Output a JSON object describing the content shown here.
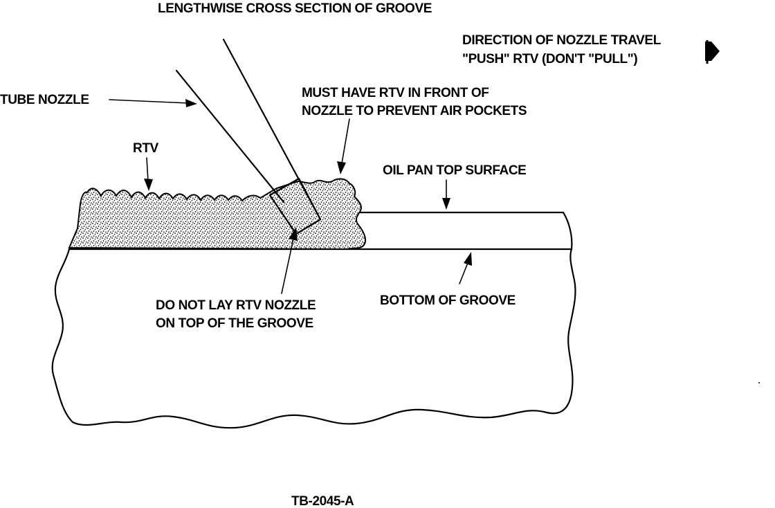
{
  "diagram": {
    "title": "LENGTHWISE CROSS SECTION OF GROOVE",
    "direction": {
      "line1": "DIRECTION OF NOZZLE TRAVEL",
      "line2": "\"PUSH\" RTV (DON'T \"PULL\")"
    },
    "labels": {
      "tube_nozzle": "TUBE NOZZLE",
      "rtv": "RTV",
      "must_have_line1": "MUST HAVE RTV IN FRONT OF",
      "must_have_line2": "NOZZLE TO PREVENT AIR POCKETS",
      "oil_pan_top": "OIL PAN TOP SURFACE",
      "bottom_groove": "BOTTOM OF GROOVE",
      "do_not_line1": "DO NOT LAY RTV NOZZLE",
      "do_not_line2": "ON TOP OF THE GROOVE"
    },
    "figure_id": "TB-2045-A"
  }
}
